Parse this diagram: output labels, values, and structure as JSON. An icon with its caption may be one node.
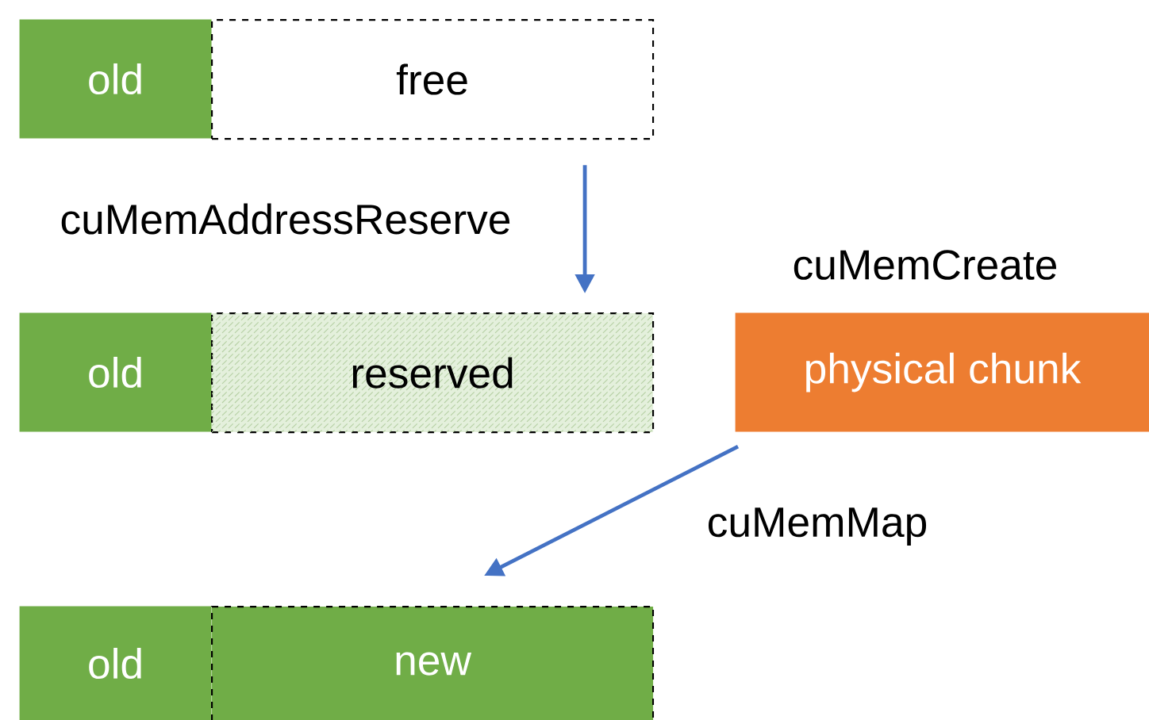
{
  "diagram": {
    "nodes": [
      {
        "text": [
          "old"
        ]
      },
      {
        "text": [
          "free"
        ]
      },
      {
        "text": [
          "old"
        ]
      },
      {
        "text": [
          "reserved"
        ]
      },
      {
        "text": [
          "physical chunk"
        ],
        "beside": [
          "cuMemCreate"
        ]
      },
      {
        "text": [
          "old"
        ]
      },
      {
        "text": [
          "new"
        ]
      }
    ],
    "edges": [
      {
        "from": 1,
        "to": 3,
        "arrow": "to",
        "label": "cuMemAddressReserve"
      },
      {
        "from": 4,
        "to": 6,
        "arrow": "to",
        "label": "cuMemMap"
      }
    ]
  }
}
